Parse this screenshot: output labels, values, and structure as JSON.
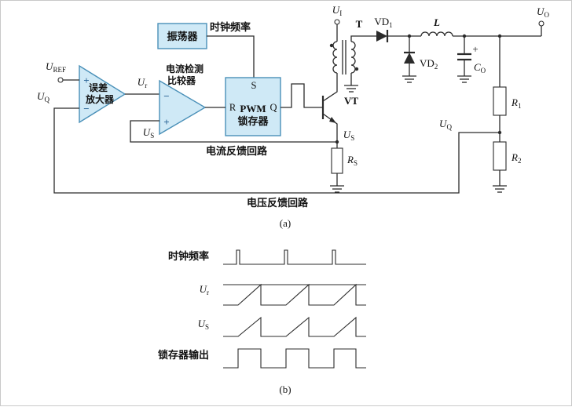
{
  "colors": {
    "line": "#2b2b2b",
    "block_fill": "#cfe9f6",
    "block_border": "#4a90b8",
    "sign": "#2a6496",
    "background": "#ffffff"
  },
  "labels": {
    "oscillator": "振荡器",
    "clock": "时钟频率",
    "error_amp": {
      "line1": "误差",
      "line2": "放大器"
    },
    "comparator": {
      "line1": "电流检测",
      "line2": "比较器"
    },
    "pwm": {
      "line1": "PWM",
      "line2": "锁存器"
    },
    "pins": {
      "s": "S",
      "r": "R",
      "q": "Q"
    },
    "signs": {
      "plus": "+",
      "minus": "−"
    },
    "u_ref": {
      "main": "U",
      "sub": "REF"
    },
    "u_q": {
      "main": "U",
      "sub": "Q"
    },
    "u_r": {
      "main": "U",
      "sub": "r"
    },
    "u_s": {
      "main": "U",
      "sub": "S"
    },
    "u_i": {
      "main": "U",
      "sub": "I"
    },
    "u_o": {
      "main": "U",
      "sub": "O"
    },
    "vt": "VT",
    "t": "T",
    "vd1": {
      "main": "VD",
      "sub": "1"
    },
    "vd2": {
      "main": "VD",
      "sub": "2"
    },
    "l": "L",
    "c_o": {
      "main": "C",
      "sub": "O"
    },
    "cap_plus": "+",
    "r1": {
      "main": "R",
      "sub": "1"
    },
    "r2": {
      "main": "R",
      "sub": "2"
    },
    "r_s": {
      "main": "R",
      "sub": "S"
    },
    "current_loop": "电流反馈回路",
    "voltage_loop": "电压反馈回路",
    "latch_output": "锁存器输出",
    "caption_a": "(a)",
    "caption_b": "(b)"
  }
}
